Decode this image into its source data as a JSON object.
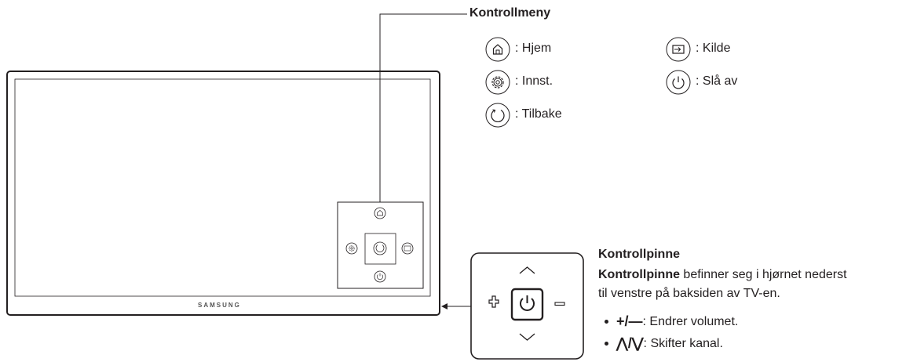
{
  "control_menu": {
    "title": "Kontrollmeny",
    "items": [
      {
        "icon": "home-icon",
        "label": ": Hjem"
      },
      {
        "icon": "settings-icon",
        "label": ": Innst."
      },
      {
        "icon": "return-icon",
        "label": ": Tilbake"
      },
      {
        "icon": "source-icon",
        "label": ": Kilde"
      },
      {
        "icon": "power-icon",
        "label": ": Slå av"
      }
    ]
  },
  "tv": {
    "brand": "SAMSUNG"
  },
  "control_stick": {
    "title": "Kontrollpinne",
    "desc_bold": "Kontrollpinne",
    "desc_rest": " befinner seg i hjørnet nederst",
    "desc_line2": "til venstre på baksiden av TV-en.",
    "bullets": [
      {
        "symbols": "+/—",
        "text": ": Endrer volumet."
      },
      {
        "symbols": "⋀/⋁",
        "text": ": Skifter kanal."
      }
    ]
  },
  "colors": {
    "stroke": "#231f20",
    "panel_bg": "#ffffff"
  }
}
